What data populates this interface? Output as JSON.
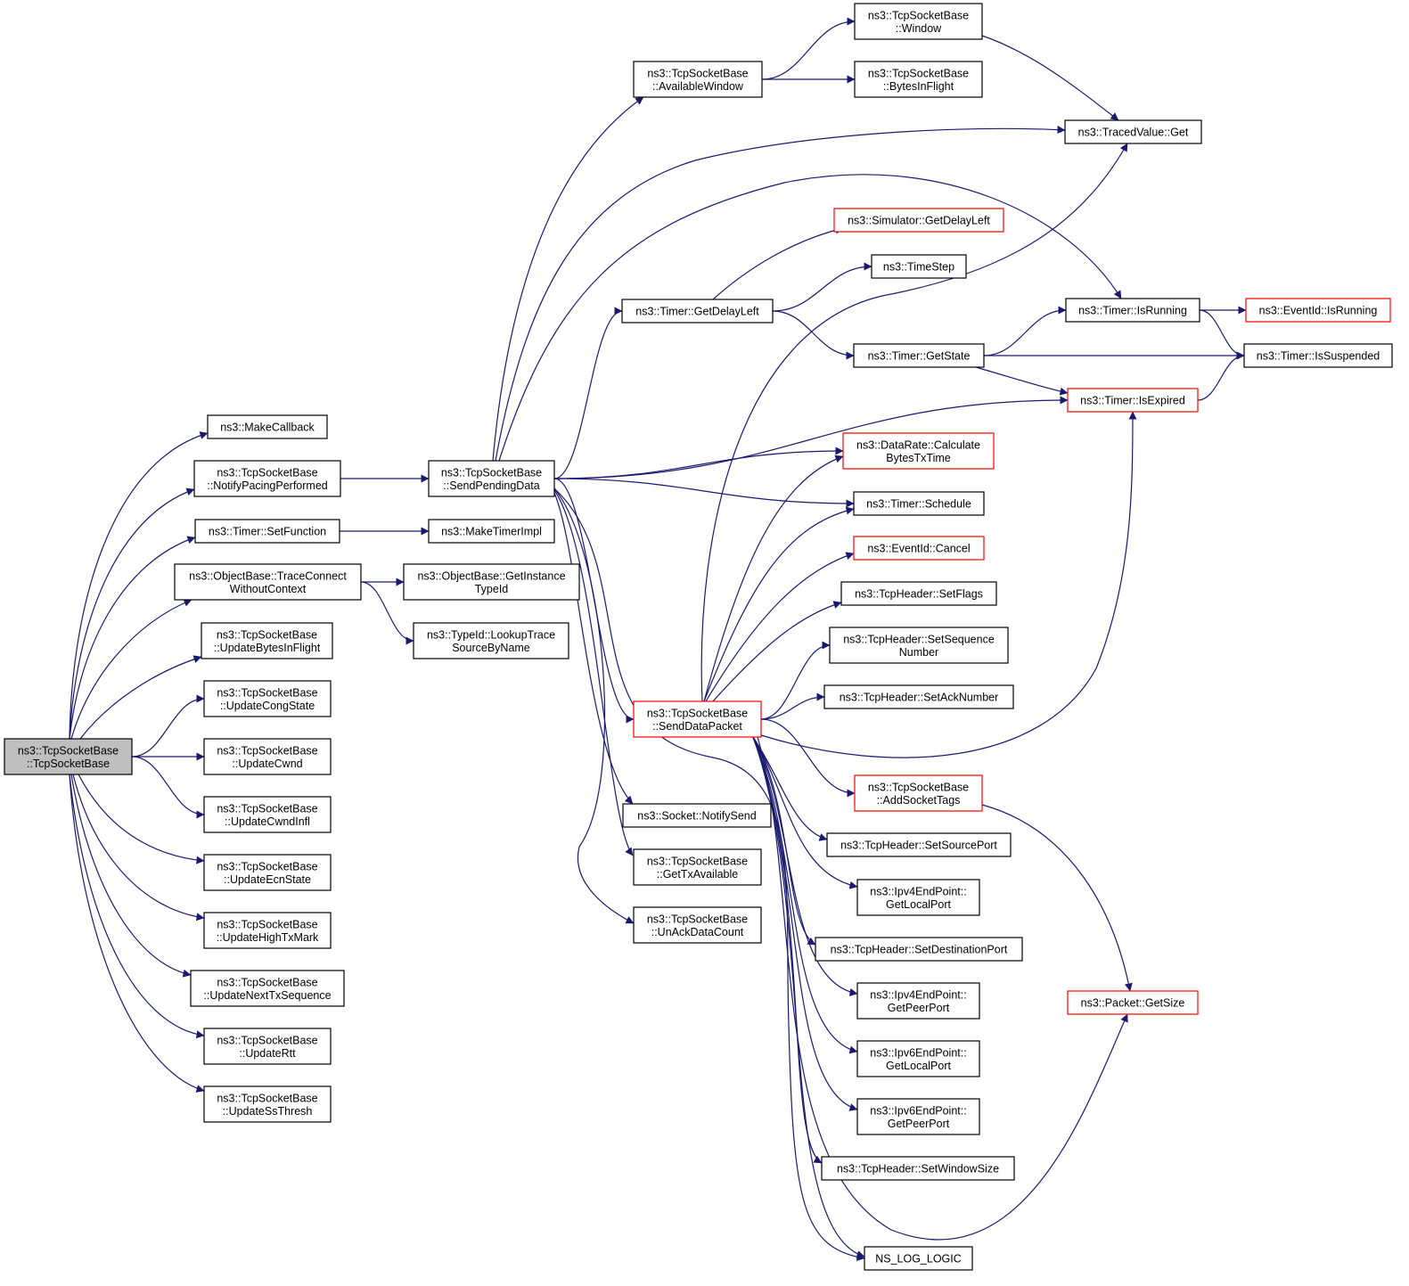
{
  "colors": {
    "edge": "#191970",
    "node_border": "#000000",
    "node_border_truncated": "#ff0000",
    "root_fill": "#bfbfbf",
    "node_fill": "#ffffff"
  },
  "nodes": [
    {
      "id": "root",
      "lines": [
        "ns3::TcpSocketBase",
        "::TcpSocketBase"
      ],
      "style": "root"
    },
    {
      "id": "make_callback",
      "lines": [
        "ns3::MakeCallback"
      ],
      "style": "normal"
    },
    {
      "id": "notify_pacing",
      "lines": [
        "ns3::TcpSocketBase",
        "::NotifyPacingPerformed"
      ],
      "style": "normal"
    },
    {
      "id": "set_function",
      "lines": [
        "ns3::Timer::SetFunction"
      ],
      "style": "normal"
    },
    {
      "id": "trace_connect",
      "lines": [
        "ns3::ObjectBase::TraceConnect",
        "WithoutContext"
      ],
      "style": "normal"
    },
    {
      "id": "upd_bytes",
      "lines": [
        "ns3::TcpSocketBase",
        "::UpdateBytesInFlight"
      ],
      "style": "normal"
    },
    {
      "id": "upd_cong",
      "lines": [
        "ns3::TcpSocketBase",
        "::UpdateCongState"
      ],
      "style": "normal"
    },
    {
      "id": "upd_cwnd",
      "lines": [
        "ns3::TcpSocketBase",
        "::UpdateCwnd"
      ],
      "style": "normal"
    },
    {
      "id": "upd_cwndinfl",
      "lines": [
        "ns3::TcpSocketBase",
        "::UpdateCwndInfl"
      ],
      "style": "normal"
    },
    {
      "id": "upd_ecn",
      "lines": [
        "ns3::TcpSocketBase",
        "::UpdateEcnState"
      ],
      "style": "normal"
    },
    {
      "id": "upd_high",
      "lines": [
        "ns3::TcpSocketBase",
        "::UpdateHighTxMark"
      ],
      "style": "normal"
    },
    {
      "id": "upd_next",
      "lines": [
        "ns3::TcpSocketBase",
        "::UpdateNextTxSequence"
      ],
      "style": "normal"
    },
    {
      "id": "upd_rtt",
      "lines": [
        "ns3::TcpSocketBase",
        "::UpdateRtt"
      ],
      "style": "normal"
    },
    {
      "id": "upd_ss",
      "lines": [
        "ns3::TcpSocketBase",
        "::UpdateSsThresh"
      ],
      "style": "normal"
    },
    {
      "id": "send_pending",
      "lines": [
        "ns3::TcpSocketBase",
        "::SendPendingData"
      ],
      "style": "normal"
    },
    {
      "id": "make_timer_impl",
      "lines": [
        "ns3::MakeTimerImpl"
      ],
      "style": "normal"
    },
    {
      "id": "get_instance",
      "lines": [
        "ns3::ObjectBase::GetInstance",
        "TypeId"
      ],
      "style": "normal"
    },
    {
      "id": "lookup_trace",
      "lines": [
        "ns3::TypeId::LookupTrace",
        "SourceByName"
      ],
      "style": "normal"
    },
    {
      "id": "avail_window",
      "lines": [
        "ns3::TcpSocketBase",
        "::AvailableWindow"
      ],
      "style": "normal"
    },
    {
      "id": "timer_getdelay",
      "lines": [
        "ns3::Timer::GetDelayLeft"
      ],
      "style": "normal"
    },
    {
      "id": "send_data",
      "lines": [
        "ns3::TcpSocketBase",
        "::SendDataPacket"
      ],
      "style": "truncated"
    },
    {
      "id": "notify_send",
      "lines": [
        "ns3::Socket::NotifySend"
      ],
      "style": "normal"
    },
    {
      "id": "get_tx_avail",
      "lines": [
        "ns3::TcpSocketBase",
        "::GetTxAvailable"
      ],
      "style": "normal"
    },
    {
      "id": "unack",
      "lines": [
        "ns3::TcpSocketBase",
        "::UnAckDataCount"
      ],
      "style": "normal"
    },
    {
      "id": "window",
      "lines": [
        "ns3::TcpSocketBase",
        "::Window"
      ],
      "style": "normal"
    },
    {
      "id": "bytes_in_flight",
      "lines": [
        "ns3::TcpSocketBase",
        "::BytesInFlight"
      ],
      "style": "normal"
    },
    {
      "id": "sim_getdelay",
      "lines": [
        "ns3::Simulator::GetDelayLeft"
      ],
      "style": "truncated"
    },
    {
      "id": "timestep",
      "lines": [
        "ns3::TimeStep"
      ],
      "style": "normal"
    },
    {
      "id": "timer_getstate",
      "lines": [
        "ns3::Timer::GetState"
      ],
      "style": "normal"
    },
    {
      "id": "datarate",
      "lines": [
        "ns3::DataRate::Calculate",
        "BytesTxTime"
      ],
      "style": "truncated"
    },
    {
      "id": "timer_schedule",
      "lines": [
        "ns3::Timer::Schedule"
      ],
      "style": "normal"
    },
    {
      "id": "eventid_cancel",
      "lines": [
        "ns3::EventId::Cancel"
      ],
      "style": "truncated"
    },
    {
      "id": "set_flags",
      "lines": [
        "ns3::TcpHeader::SetFlags"
      ],
      "style": "normal"
    },
    {
      "id": "set_seq",
      "lines": [
        "ns3::TcpHeader::SetSequence",
        "Number"
      ],
      "style": "normal"
    },
    {
      "id": "set_ack",
      "lines": [
        "ns3::TcpHeader::SetAckNumber"
      ],
      "style": "normal"
    },
    {
      "id": "add_socket_tags",
      "lines": [
        "ns3::TcpSocketBase",
        "::AddSocketTags"
      ],
      "style": "truncated"
    },
    {
      "id": "set_src_port",
      "lines": [
        "ns3::TcpHeader::SetSourcePort"
      ],
      "style": "normal"
    },
    {
      "id": "ipv4_local",
      "lines": [
        "ns3::Ipv4EndPoint::",
        "GetLocalPort"
      ],
      "style": "normal"
    },
    {
      "id": "set_dst_port",
      "lines": [
        "ns3::TcpHeader::SetDestinationPort"
      ],
      "style": "normal"
    },
    {
      "id": "ipv4_peer",
      "lines": [
        "ns3::Ipv4EndPoint::",
        "GetPeerPort"
      ],
      "style": "normal"
    },
    {
      "id": "ipv6_local",
      "lines": [
        "ns3::Ipv6EndPoint::",
        "GetLocalPort"
      ],
      "style": "normal"
    },
    {
      "id": "ipv6_peer",
      "lines": [
        "ns3::Ipv6EndPoint::",
        "GetPeerPort"
      ],
      "style": "normal"
    },
    {
      "id": "set_window",
      "lines": [
        "ns3::TcpHeader::SetWindowSize"
      ],
      "style": "normal"
    },
    {
      "id": "ns_log",
      "lines": [
        "NS_LOG_LOGIC"
      ],
      "style": "normal"
    },
    {
      "id": "traced_get",
      "lines": [
        "ns3::TracedValue::Get"
      ],
      "style": "normal"
    },
    {
      "id": "timer_isrunning",
      "lines": [
        "ns3::Timer::IsRunning"
      ],
      "style": "normal"
    },
    {
      "id": "timer_isexpired",
      "lines": [
        "ns3::Timer::IsExpired"
      ],
      "style": "truncated"
    },
    {
      "id": "packet_getsize",
      "lines": [
        "ns3::Packet::GetSize"
      ],
      "style": "truncated"
    },
    {
      "id": "eventid_isrunning",
      "lines": [
        "ns3::EventId::IsRunning"
      ],
      "style": "truncated"
    },
    {
      "id": "timer_issuspended",
      "lines": [
        "ns3::Timer::IsSuspended"
      ],
      "style": "normal"
    }
  ],
  "edges": [
    [
      "root",
      "make_callback"
    ],
    [
      "root",
      "notify_pacing"
    ],
    [
      "root",
      "set_function"
    ],
    [
      "root",
      "trace_connect"
    ],
    [
      "root",
      "upd_bytes"
    ],
    [
      "root",
      "upd_cong"
    ],
    [
      "root",
      "upd_cwnd"
    ],
    [
      "root",
      "upd_cwndinfl"
    ],
    [
      "root",
      "upd_ecn"
    ],
    [
      "root",
      "upd_high"
    ],
    [
      "root",
      "upd_next"
    ],
    [
      "root",
      "upd_rtt"
    ],
    [
      "root",
      "upd_ss"
    ],
    [
      "notify_pacing",
      "send_pending"
    ],
    [
      "set_function",
      "make_timer_impl"
    ],
    [
      "trace_connect",
      "get_instance"
    ],
    [
      "trace_connect",
      "lookup_trace"
    ],
    [
      "send_pending",
      "avail_window"
    ],
    [
      "send_pending",
      "traced_get"
    ],
    [
      "send_pending",
      "timer_isrunning"
    ],
    [
      "send_pending",
      "timer_getdelay"
    ],
    [
      "send_pending",
      "timer_isexpired"
    ],
    [
      "send_pending",
      "datarate"
    ],
    [
      "send_pending",
      "timer_schedule"
    ],
    [
      "send_pending",
      "send_data"
    ],
    [
      "send_pending",
      "notify_send"
    ],
    [
      "send_pending",
      "get_tx_avail"
    ],
    [
      "send_pending",
      "unack"
    ],
    [
      "send_pending",
      "ns_log"
    ],
    [
      "avail_window",
      "window"
    ],
    [
      "avail_window",
      "bytes_in_flight"
    ],
    [
      "window",
      "traced_get"
    ],
    [
      "timer_getdelay",
      "sim_getdelay"
    ],
    [
      "timer_getdelay",
      "timestep"
    ],
    [
      "timer_getdelay",
      "timer_getstate"
    ],
    [
      "timer_getstate",
      "timer_isrunning"
    ],
    [
      "timer_getstate",
      "timer_issuspended"
    ],
    [
      "timer_getstate",
      "timer_isexpired"
    ],
    [
      "timer_isrunning",
      "eventid_isrunning"
    ],
    [
      "timer_isrunning",
      "timer_issuspended"
    ],
    [
      "timer_isexpired",
      "timer_issuspended"
    ],
    [
      "send_data",
      "traced_get"
    ],
    [
      "send_data",
      "datarate"
    ],
    [
      "send_data",
      "timer_schedule"
    ],
    [
      "send_data",
      "eventid_cancel"
    ],
    [
      "send_data",
      "set_flags"
    ],
    [
      "send_data",
      "set_seq"
    ],
    [
      "send_data",
      "set_ack"
    ],
    [
      "send_data",
      "timer_isexpired"
    ],
    [
      "send_data",
      "add_socket_tags"
    ],
    [
      "send_data",
      "set_src_port"
    ],
    [
      "send_data",
      "ipv4_local"
    ],
    [
      "send_data",
      "set_dst_port"
    ],
    [
      "send_data",
      "ipv4_peer"
    ],
    [
      "send_data",
      "ipv6_local"
    ],
    [
      "send_data",
      "ipv6_peer"
    ],
    [
      "send_data",
      "set_window"
    ],
    [
      "send_data",
      "ns_log"
    ],
    [
      "send_data",
      "packet_getsize"
    ],
    [
      "add_socket_tags",
      "packet_getsize"
    ]
  ]
}
